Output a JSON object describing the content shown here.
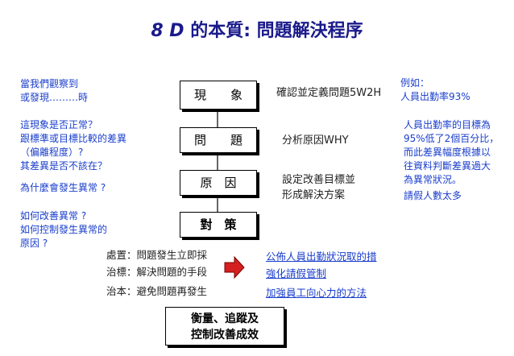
{
  "title": {
    "prefix": "8 D",
    "rest": " 的本質: 問題解決程序"
  },
  "boxes": {
    "phenomenon": "現　　象",
    "problem": "問　　題",
    "cause": "原　因",
    "countermeasure": "對　策",
    "final_line1": "衡量、追蹤及",
    "final_line2": "控制改善成效"
  },
  "left": {
    "q1_line1": "當我們觀察到",
    "q1_line2": "或發現………時",
    "q2_line1": "這現象是否正常？",
    "q2_line2": "跟標準或目標比較的差異",
    "q2_line3": "（偏離程度）?",
    "q2_line4": "其差異是否不該在？",
    "q3": "為什麼會發生異常 ?",
    "q4_line1": "如何改善異常 ?",
    "q4_line2": "如何控制發生異常的",
    "q4_line3": "原因 ?"
  },
  "middle": {
    "step1": "確認並定義問題5W2H",
    "step2": "分析原因WHY",
    "step3_line1": "設定改善目標並",
    "step3_line2": "形成解決方案"
  },
  "right": {
    "ex_line1": "例如：",
    "ex_line2": "人員出勤率93%",
    "goal_line1": "人員出勤率的目標為",
    "goal_line2": "95%低了2個百分比，",
    "goal_line3": "而此差異幅度根據以",
    "goal_line4": "往資料判斷差異過大",
    "goal_line5": "為異常狀況。",
    "reason": "請假人數太多"
  },
  "actions": {
    "row1_label": "處置：問題發生立即採",
    "row2_label": "治標：解決問題的手段",
    "row3_label": "治本：避免問題再發生",
    "row1_link": "公佈人員出勤狀況取的措",
    "row2_link": "強化請假管制",
    "row3_link": "加強員工向心力的方法"
  },
  "colors": {
    "title": "#1a1a8c",
    "blue_text": "#1a3ecc",
    "arrow": "#d42020"
  }
}
